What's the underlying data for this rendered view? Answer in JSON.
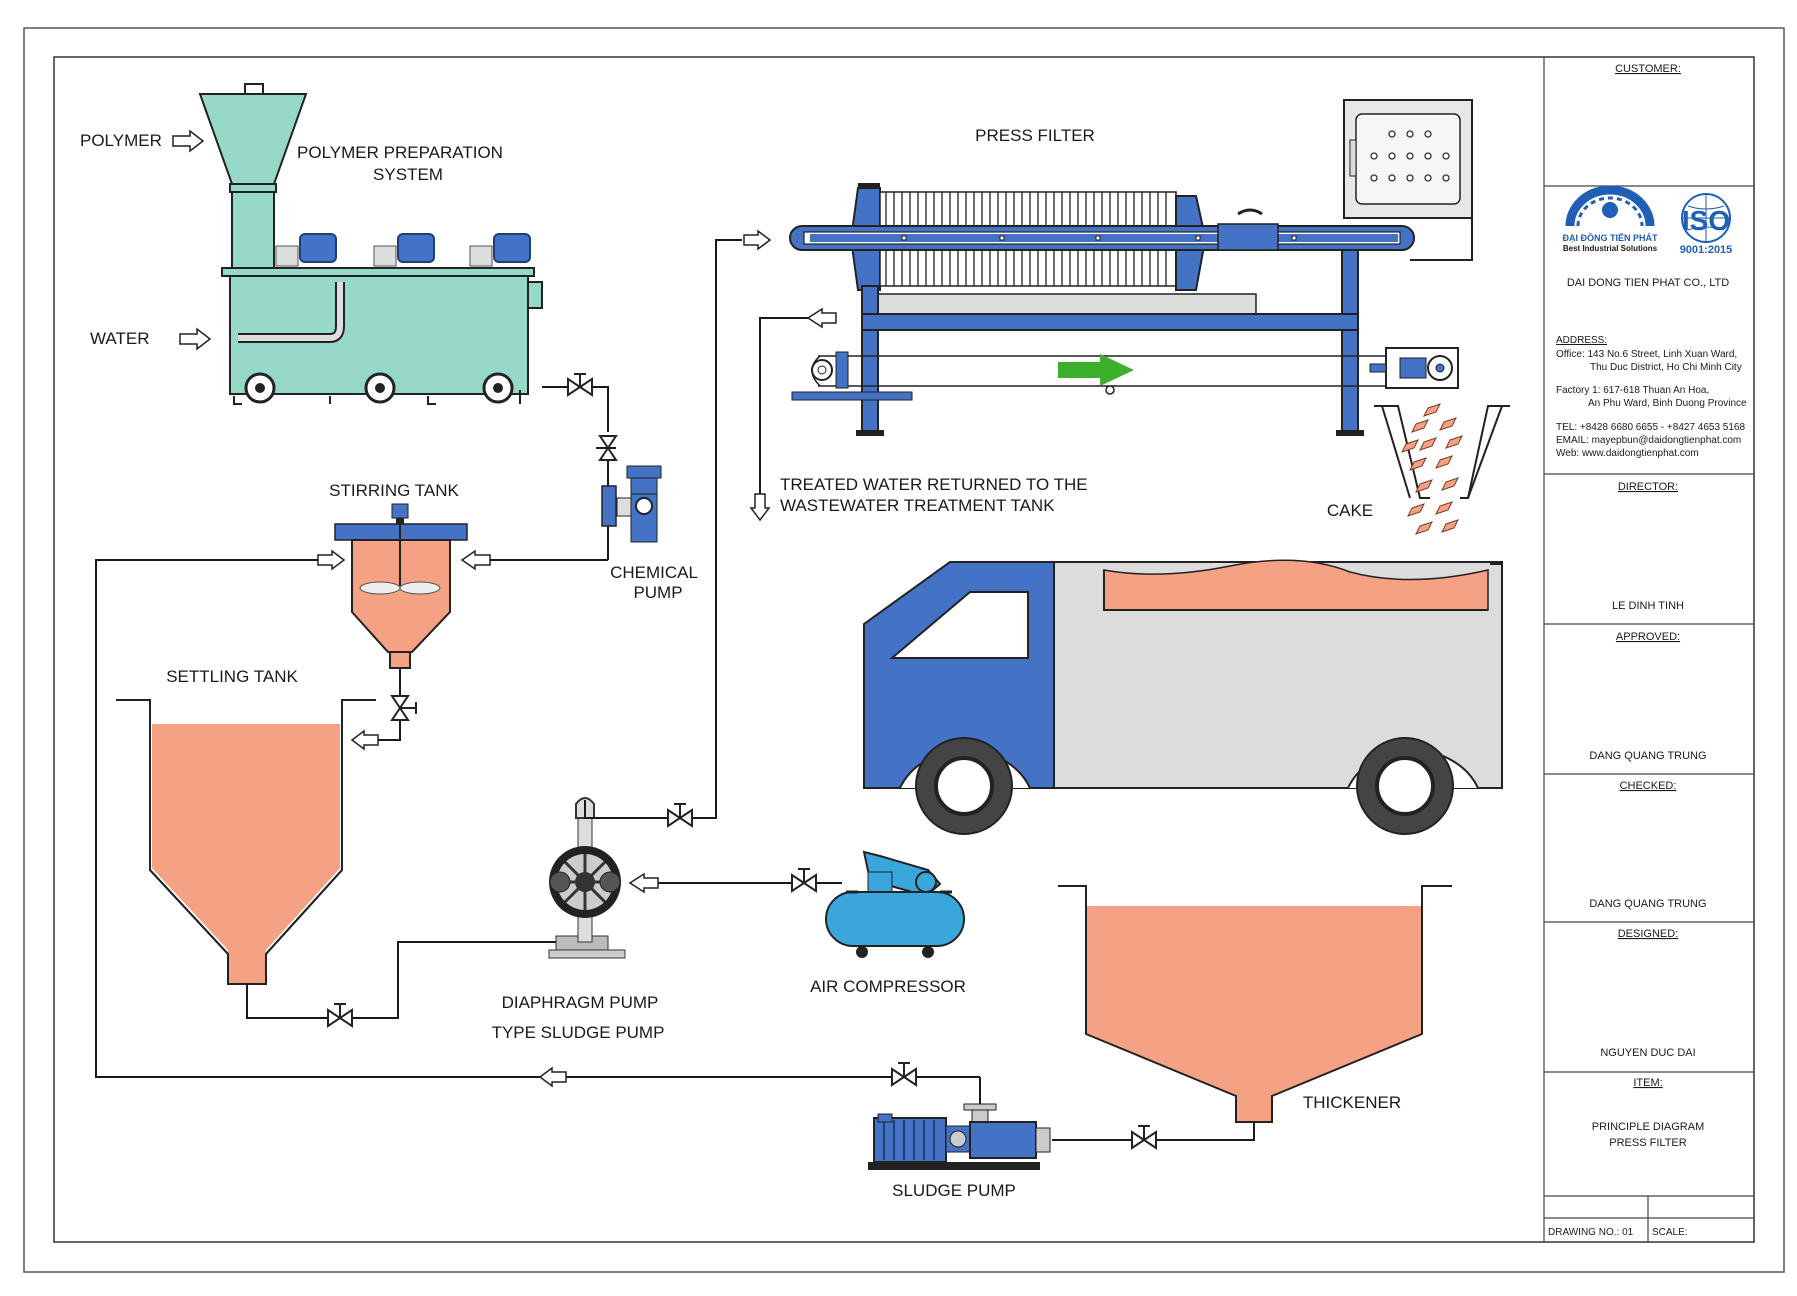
{
  "diagram": {
    "labels": {
      "polymer": "POLYMER",
      "water": "WATER",
      "polymer_prep_1": "POLYMER PREPARATION",
      "polymer_prep_2": "SYSTEM",
      "press_filter": "PRESS FILTER",
      "stirring_tank": "STIRRING TANK",
      "chemical_pump_1": "CHEMICAL",
      "chemical_pump_2": "PUMP",
      "treated_water_1": "TREATED WATER RETURNED TO THE",
      "treated_water_2": "WASTEWATER TREATMENT TANK",
      "cake": "CAKE",
      "settling_tank": "SETTLING TANK",
      "diaphragm_pump_1": "DIAPHRAGM PUMP",
      "diaphragm_pump_2": "TYPE SLUDGE PUMP",
      "air_compressor": "AIR COMPRESSOR",
      "thickener": "THICKENER",
      "sludge_pump": "SLUDGE PUMP"
    }
  },
  "title_block": {
    "customer_label": "CUSTOMER:",
    "logo_text_1": "ĐẠI ĐỒNG TIẾN PHÁT",
    "logo_text_2": "Best Industrial Solutions",
    "iso_text": "ISO",
    "iso_number": "9001:2015",
    "company": "DAI DONG TIEN PHAT CO., LTD",
    "address_label": "ADDRESS:",
    "office_1": "Office: 143 No.6 Street, Linh Xuan Ward,",
    "office_2": "Thu Duc District, Ho Chi Minh City",
    "factory_1": "Factory 1: 617-618 Thuan An Hoa,",
    "factory_2": "An Phu Ward, Binh Duong Province",
    "tel": "TEL:  +8428 6680 6655 - +8427 4653 5168",
    "email": "EMAIL: mayepbun@daidongtienphat.com",
    "web": "Web: www.daidongtienphat.com",
    "director_label": "DIRECTOR:",
    "director_name": "LE DINH TINH",
    "approved_label": "APPROVED:",
    "approved_name": "DANG QUANG TRUNG",
    "checked_label": "CHECKED:",
    "checked_name": "DANG QUANG TRUNG",
    "designed_label": "DESIGNED:",
    "designed_name": "NGUYEN DUC DAI",
    "item_label": "ITEM:",
    "item_1": "PRINCIPLE DIAGRAM",
    "item_2": "PRESS FILTER",
    "drawing_no": "DRAWING NO.: 01",
    "scale": "SCALE:"
  },
  "colors": {
    "polymer_tank": "#97d9c8",
    "sludge": "#f4a184",
    "equipment_blue": "#4472c4",
    "truck_body": "#dcdcdc",
    "arrow_green": "#3cb02a"
  }
}
